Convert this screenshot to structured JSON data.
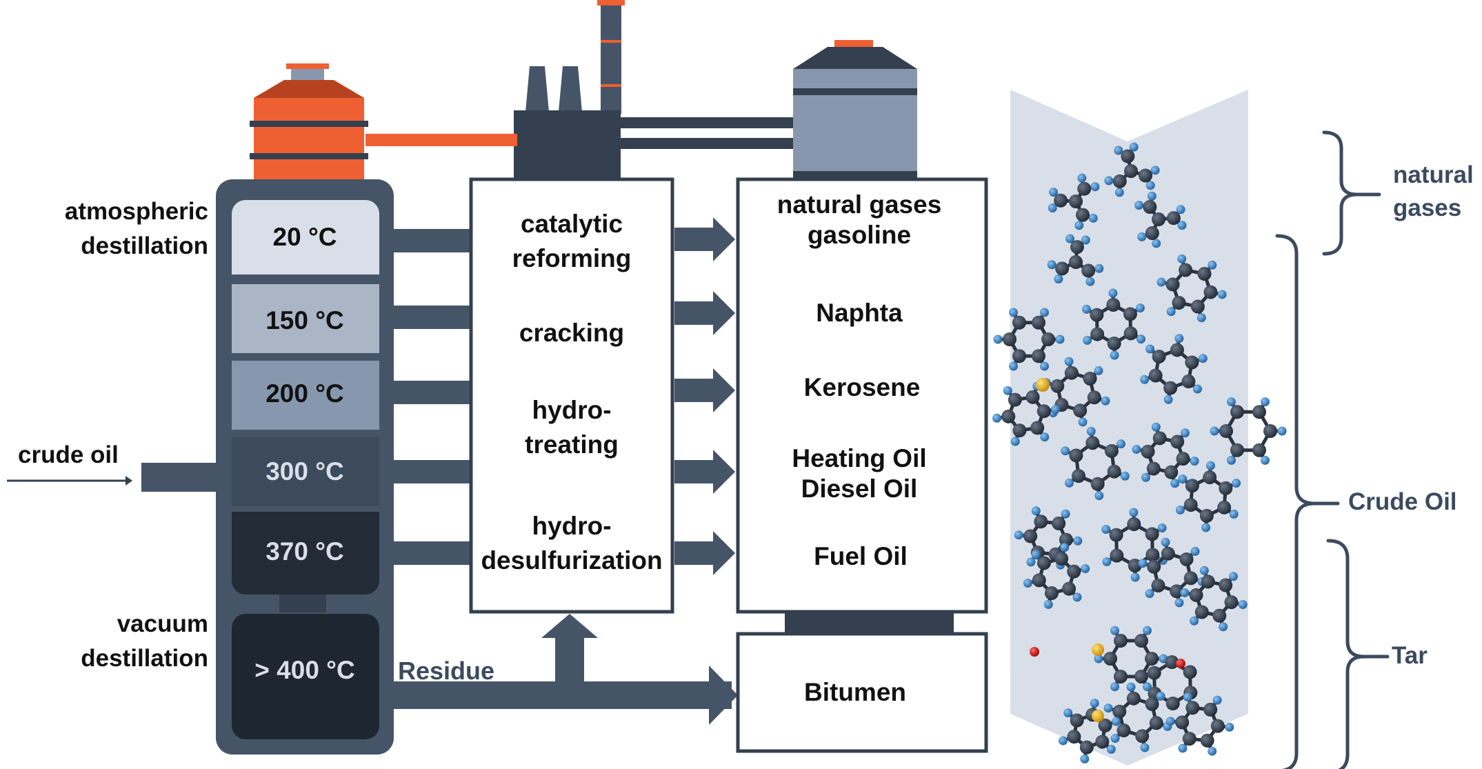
{
  "colors": {
    "dark": "#34404f",
    "mid": "#465468",
    "orange": "#ee5f32",
    "orange_dark": "#b8421f",
    "grey_blue": "#8798ae",
    "molecule_panel": "#d9dfe8"
  },
  "labels": {
    "atmospheric": "atmospheric destillation",
    "atmospheric_line1": "atmospheric",
    "atmospheric_line2": "destillation",
    "vacuum_line1": "vacuum",
    "vacuum_line2": "destillation",
    "crude_oil_input": "crude oil",
    "residue": "Residue"
  },
  "column_stages": [
    {
      "temp": "20 °C",
      "fill": "#d9dfe8",
      "text_color": "#111111"
    },
    {
      "temp": "150 °C",
      "fill": "#aab5c6",
      "text_color": "#111111"
    },
    {
      "temp": "200 °C",
      "fill": "#8798ae",
      "text_color": "#111111"
    },
    {
      "temp": "300 °C",
      "fill": "#3c4a5b",
      "text_color": "#d9dfe8"
    },
    {
      "temp": "370 °C",
      "fill": "#222b36",
      "text_color": "#d9dfe8"
    },
    {
      "temp": "> 400 °C",
      "fill": "#1e2630",
      "text_color": "#d9dfe8"
    }
  ],
  "processes": {
    "catalytic_1": "catalytic",
    "catalytic_2": "reforming",
    "cracking": "cracking",
    "hydrotreating_1": "hydro-",
    "hydrotreating_2": "treating",
    "hds_1": "hydro-",
    "hds_2": "desulfurization"
  },
  "products": {
    "natural_gases": "natural gases",
    "gasoline": "gasoline",
    "naphta": "Naphta",
    "kerosene": "Kerosene",
    "heating_oil": "Heating Oil",
    "diesel_oil": "Diesel Oil",
    "fuel_oil": "Fuel Oil",
    "bitumen": "Bitumen"
  },
  "groups": {
    "natural_line1": "natural",
    "natural_line2": "gases",
    "crude_oil": "Crude Oil",
    "tar": "Tar"
  }
}
